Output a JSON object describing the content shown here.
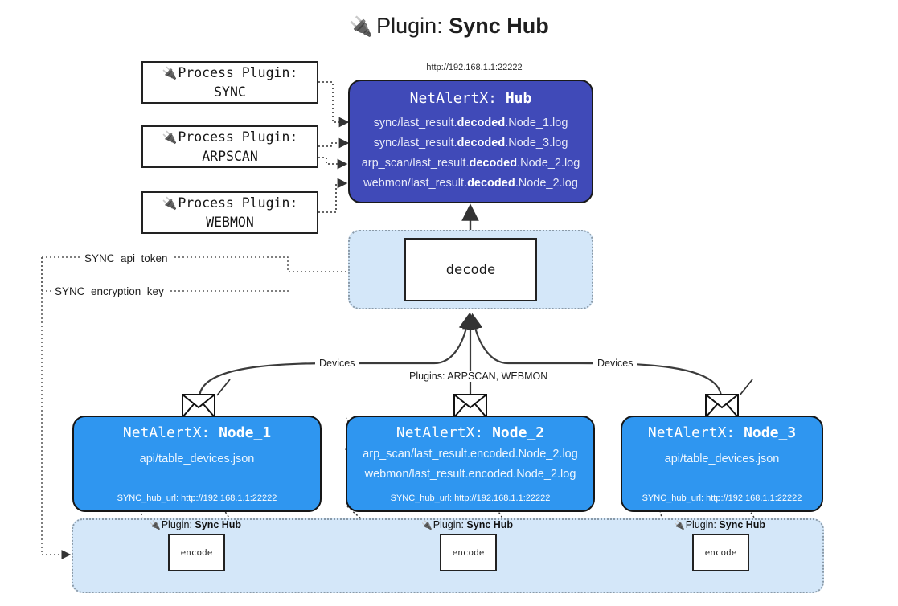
{
  "header": {
    "icon": "plug-icon",
    "prefix": "Plugin: ",
    "title": "Sync Hub",
    "plug_glyph": "🔌"
  },
  "hub": {
    "url": "http://192.168.1.1:22222",
    "name_prefix": "NetAlertX: ",
    "name": "Hub",
    "fill_color": "#404ab8",
    "logs": [
      {
        "pre": "sync/last_result.",
        "mid": "decoded",
        "post": ".Node_1.log"
      },
      {
        "pre": "sync/last_result.",
        "mid": "decoded",
        "post": ".Node_3.log"
      },
      {
        "pre": "arp_scan/last_result.",
        "mid": "decoded",
        "post": ".Node_2.log"
      },
      {
        "pre": "webmon/last_result.",
        "mid": "decoded",
        "post": ".Node_2.log"
      }
    ]
  },
  "process_plugins": [
    {
      "line1": "Process Plugin:",
      "line2": "SYNC"
    },
    {
      "line1": "Process Plugin:",
      "line2": "ARPSCAN"
    },
    {
      "line1": "Process Plugin:",
      "line2": "WEBMON"
    }
  ],
  "decode": {
    "label": "decode",
    "group_fill": "#d4e7f9"
  },
  "tokens": {
    "api_token": "SYNC_api_token",
    "encryption_key": "SYNC_encryption_key"
  },
  "edge_labels": {
    "devices_left": "Devices",
    "devices_right": "Devices",
    "plugins_center": "Plugins: ARPSCAN, WEBMON"
  },
  "nodes": [
    {
      "name_prefix": "NetAlertX: ",
      "name": "Node_1",
      "lines": [
        "api/table_devices.json"
      ],
      "hub_url_label": "SYNC_hub_url: http://192.168.1.1:22222",
      "fill_color": "#2f96f0",
      "icon": "envelope-icon"
    },
    {
      "name_prefix": "NetAlertX: ",
      "name": "Node_2",
      "lines": [
        "arp_scan/last_result.encoded.Node_2.log",
        "webmon/last_result.encoded.Node_2.log"
      ],
      "hub_url_label": "SYNC_hub_url: http://192.168.1.1:22222",
      "fill_color": "#2f96f0",
      "icon": "envelope-icon"
    },
    {
      "name_prefix": "NetAlertX: ",
      "name": "Node_3",
      "lines": [
        "api/table_devices.json"
      ],
      "hub_url_label": "SYNC_hub_url: http://192.168.1.1:22222",
      "fill_color": "#2f96f0",
      "icon": "envelope-icon"
    }
  ],
  "encode_sections": [
    {
      "plugin_prefix": "Plugin: ",
      "plugin_name": "Sync Hub",
      "box_label": "encode"
    },
    {
      "plugin_prefix": "Plugin: ",
      "plugin_name": "Sync Hub",
      "box_label": "encode"
    },
    {
      "plugin_prefix": "Plugin: ",
      "plugin_name": "Sync Hub",
      "box_label": "encode"
    }
  ]
}
